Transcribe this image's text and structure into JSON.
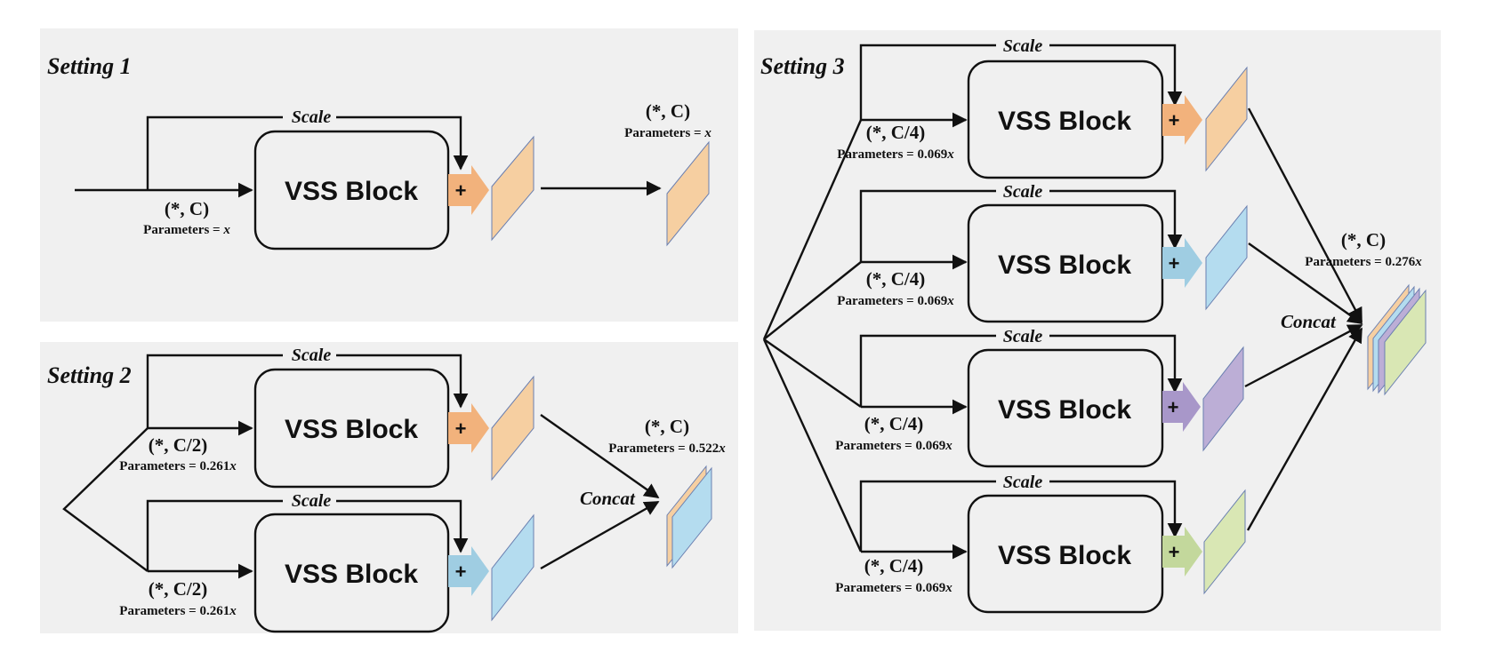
{
  "colors": {
    "panel": "#f0f0f0",
    "orange": "#f6cfa1",
    "orange_arrow": "#f2b27c",
    "blue": "#b4dcef",
    "blue_arrow": "#9fcde2",
    "purple": "#bcaed6",
    "purple_arrow": "#a897c9",
    "green": "#d9e7b4",
    "green_arrow": "#c3d89c",
    "edge": "#6a7fb0",
    "line": "#111111"
  },
  "setting1": {
    "title": "Setting 1",
    "scale": "Scale",
    "block": "VSS Block",
    "plus": "+",
    "in_shape": "(*, C)",
    "in_params": "Parameters = ",
    "in_params_var": "x",
    "out_shape": "(*, C)",
    "out_params": "Parameters = ",
    "out_params_var": "x"
  },
  "setting2": {
    "title": "Setting 2",
    "branches": [
      {
        "scale": "Scale",
        "block": "VSS Block",
        "plus": "+",
        "shape": "(*, C/2)",
        "params": "Parameters = 0.261",
        "params_var": "x"
      },
      {
        "scale": "Scale",
        "block": "VSS Block",
        "plus": "+",
        "shape": "(*, C/2)",
        "params": "Parameters = 0.261",
        "params_var": "x"
      }
    ],
    "concat": "Concat",
    "out_shape": "(*, C)",
    "out_params": "Parameters = 0.522",
    "out_params_var": "x"
  },
  "setting3": {
    "title": "Setting 3",
    "branches": [
      {
        "scale": "Scale",
        "block": "VSS Block",
        "plus": "+",
        "shape": "(*, C/4)",
        "params": "Parameters = 0.069",
        "params_var": "x"
      },
      {
        "scale": "Scale",
        "block": "VSS Block",
        "plus": "+",
        "shape": "(*, C/4)",
        "params": "Parameters = 0.069",
        "params_var": "x"
      },
      {
        "scale": "Scale",
        "block": "VSS Block",
        "plus": "+",
        "shape": "(*, C/4)",
        "params": "Parameters = 0.069",
        "params_var": "x"
      },
      {
        "scale": "Scale",
        "block": "VSS Block",
        "plus": "+",
        "shape": "(*, C/4)",
        "params": "Parameters = 0.069",
        "params_var": "x"
      }
    ],
    "concat": "Concat",
    "out_shape": "(*, C)",
    "out_params": "Parameters = 0.276",
    "out_params_var": "x"
  }
}
